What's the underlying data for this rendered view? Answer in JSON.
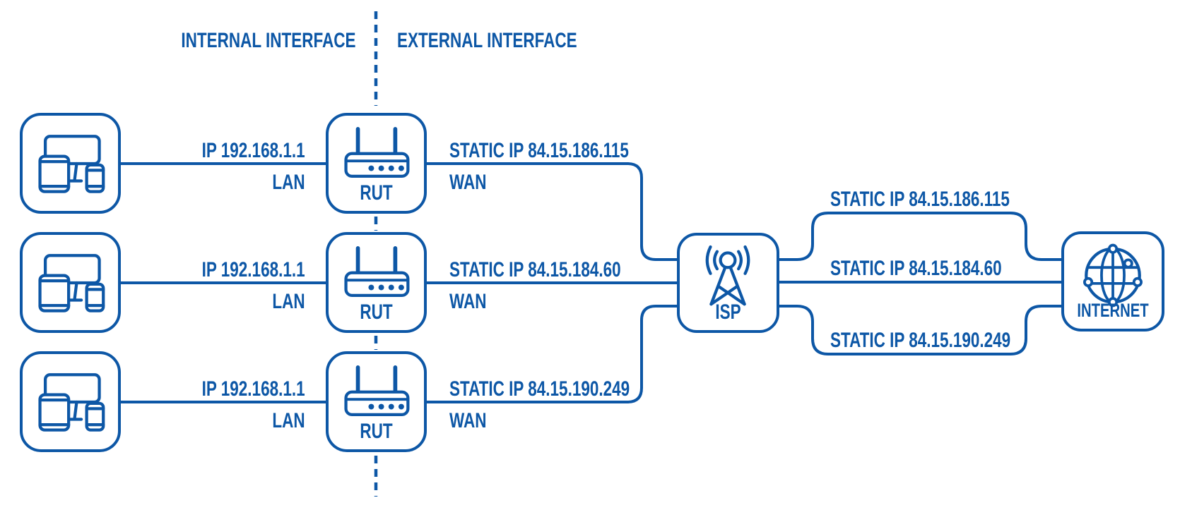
{
  "diagram": {
    "accent_color": "#0D57A6",
    "background_color": "#FFFFFF",
    "header": {
      "internal_label": "INTERNAL INTERFACE",
      "external_label": "EXTERNAL INTERFACE"
    },
    "rows": [
      {
        "devices_icon": "devices-icon",
        "router_icon": "router-icon",
        "lan_ip": "IP 192.168.1.1",
        "lan_port": "LAN",
        "router_label": "RUT",
        "wan_ip": "STATIC IP 84.15.186.115",
        "wan_port": "WAN"
      },
      {
        "devices_icon": "devices-icon",
        "router_icon": "router-icon",
        "lan_ip": "IP 192.168.1.1",
        "lan_port": "LAN",
        "router_label": "RUT",
        "wan_ip": "STATIC IP 84.15.184.60",
        "wan_port": "WAN"
      },
      {
        "devices_icon": "devices-icon",
        "router_icon": "router-icon",
        "lan_ip": "IP 192.168.1.1",
        "lan_port": "LAN",
        "router_label": "RUT",
        "wan_ip": "STATIC IP 84.15.190.249",
        "wan_port": "WAN"
      }
    ],
    "isp": {
      "label": "ISP",
      "icon": "cell-tower-icon"
    },
    "internet": {
      "label": "INTERNET",
      "icon": "globe-network-icon"
    },
    "isp_internet_links": [
      {
        "ip": "STATIC IP 84.15.186.115"
      },
      {
        "ip": "STATIC IP 84.15.184.60"
      },
      {
        "ip": "STATIC IP 84.15.190.249"
      }
    ]
  }
}
